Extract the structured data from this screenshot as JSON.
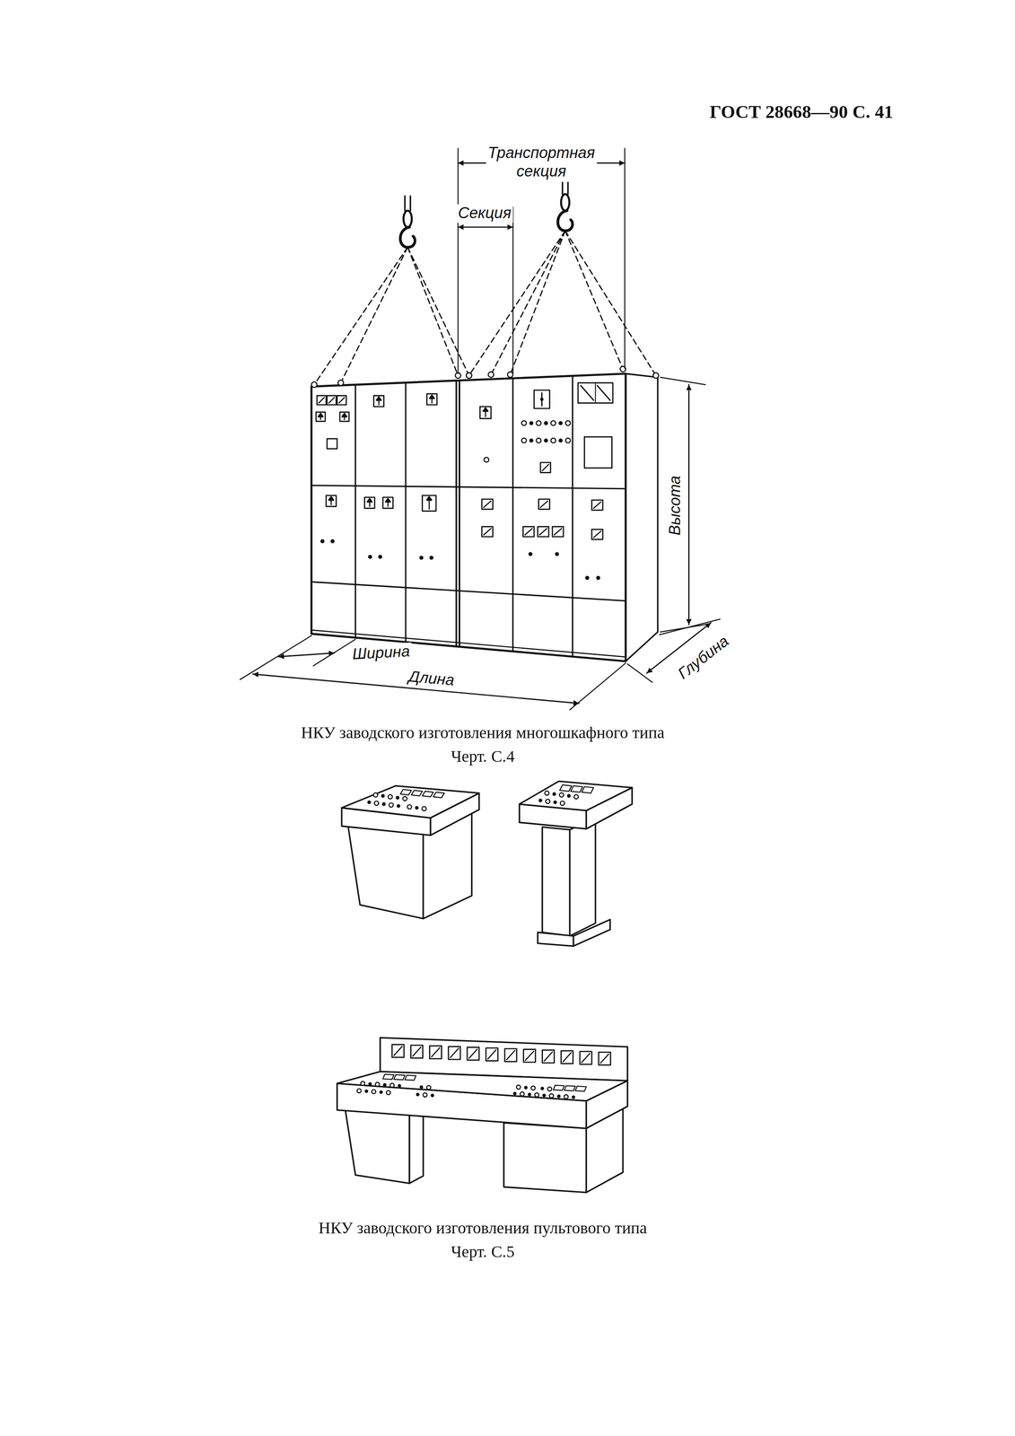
{
  "diagram": {
    "title": "ГОСТ 28668—90 С. 41",
    "labels": [
      "Транспортная секция",
      "Секция",
      "Высота",
      "Глубина",
      "Ширина",
      "Длина",
      "НКУ заводского изготовления многошкафного типа",
      "Черт. С.4",
      "НКУ заводского изготовления пультового типа",
      "Черт. С.5"
    ]
  }
}
